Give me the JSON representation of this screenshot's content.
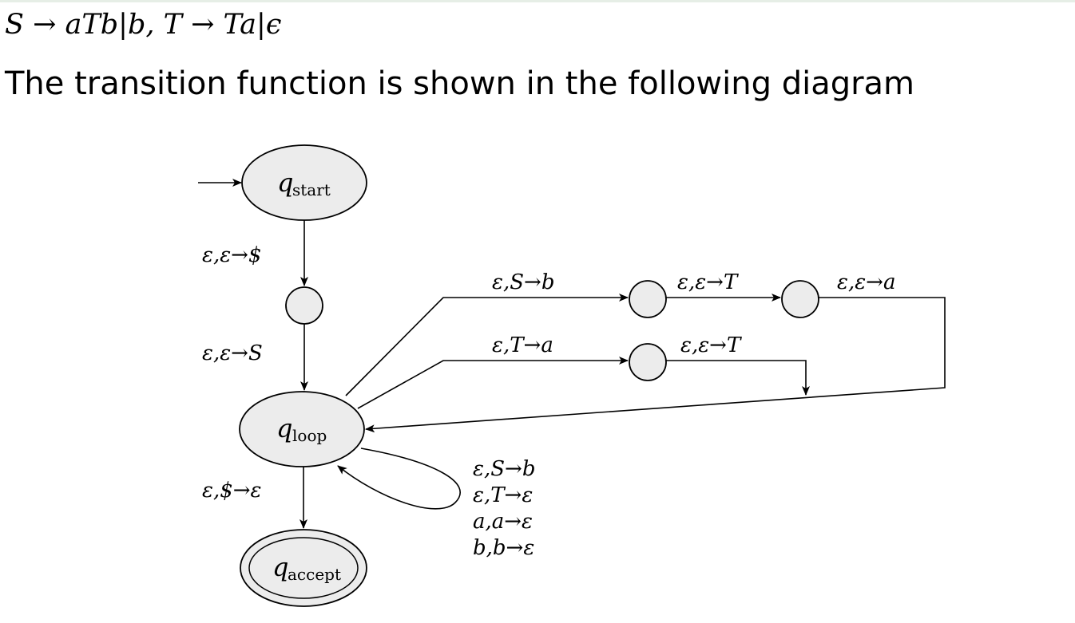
{
  "grammar_text": "S → aTb|b, T → Ta|ϵ",
  "intro_text": "The transition function is shown in the following diagram",
  "states": {
    "start": {
      "q": "q",
      "sub": "start"
    },
    "loop": {
      "q": "q",
      "sub": "loop"
    },
    "accept": {
      "q": "q",
      "sub": "accept"
    }
  },
  "edges": {
    "start_to_mid": "ε,ε→$",
    "mid_to_loop": "ε,ε→S",
    "loop_to_accept": "ε,$→ε",
    "top_branch_1": "ε,S→b",
    "top_branch_2": "ε,ε→T",
    "top_branch_3": "ε,ε→a",
    "mid_branch_1": "ε,T→a",
    "mid_branch_2": "ε,ε→T",
    "self_loop": [
      "ε,S→b",
      "ε,T→ε",
      "a,a→ε",
      "b,b→ε"
    ]
  }
}
